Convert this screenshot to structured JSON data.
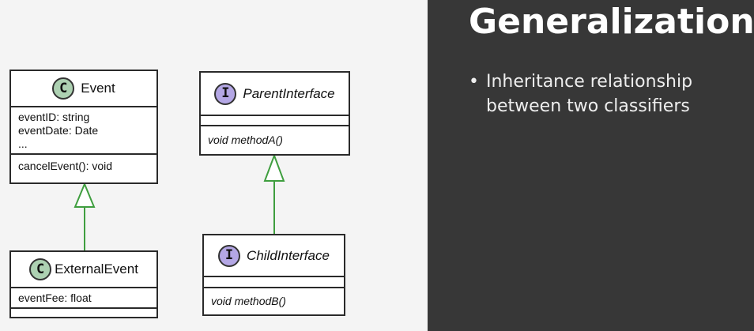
{
  "slide": {
    "title": "Generalization",
    "bullets": [
      "Inheritance relationship between two classifiers"
    ],
    "bullet_symbol": "•"
  },
  "diagram": {
    "stereotypes": {
      "class": "C",
      "interface": "I"
    },
    "classes": {
      "event": {
        "name": "Event",
        "attributes": [
          "eventID: string",
          "eventDate: Date",
          "..."
        ],
        "methods": [
          "cancelEvent(): void"
        ]
      },
      "external_event": {
        "name": "ExternalEvent",
        "attributes": [
          "eventFee: float"
        ],
        "methods": []
      },
      "parent_interface": {
        "name": "ParentInterface",
        "attributes": [],
        "methods": [
          "void methodA()"
        ]
      },
      "child_interface": {
        "name": "ChildInterface",
        "attributes": [],
        "methods": [
          "void methodB()"
        ]
      }
    },
    "relationships": [
      {
        "type": "generalization",
        "from": "ExternalEvent",
        "to": "Event"
      },
      {
        "type": "generalization",
        "from": "ChildInterface",
        "to": "ParentInterface"
      }
    ],
    "colors": {
      "class_stereotype": "#add1b2",
      "interface_stereotype": "#b4a7e5",
      "connector": "#3f9e3f",
      "border": "#2a2a2a"
    }
  },
  "colors": {
    "left_bg": "#f4f4f4",
    "right_bg": "#373737",
    "title": "#ffffff",
    "bullet_text": "#eeeeee"
  }
}
